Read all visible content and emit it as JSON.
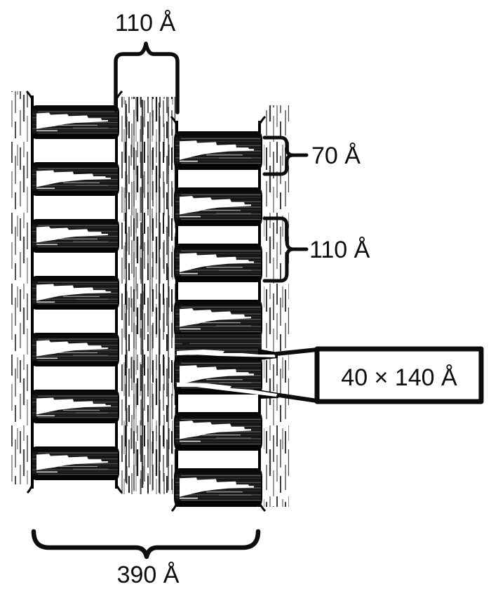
{
  "diagram": {
    "background": "#ffffff",
    "ink": "#0d0d0d",
    "labels": {
      "channel_width": "110 Å",
      "band_height": "70 Å",
      "axial_period": "110 Å",
      "subfilament_size": "40 × 140 Å",
      "overall_width": "390 Å"
    }
  }
}
